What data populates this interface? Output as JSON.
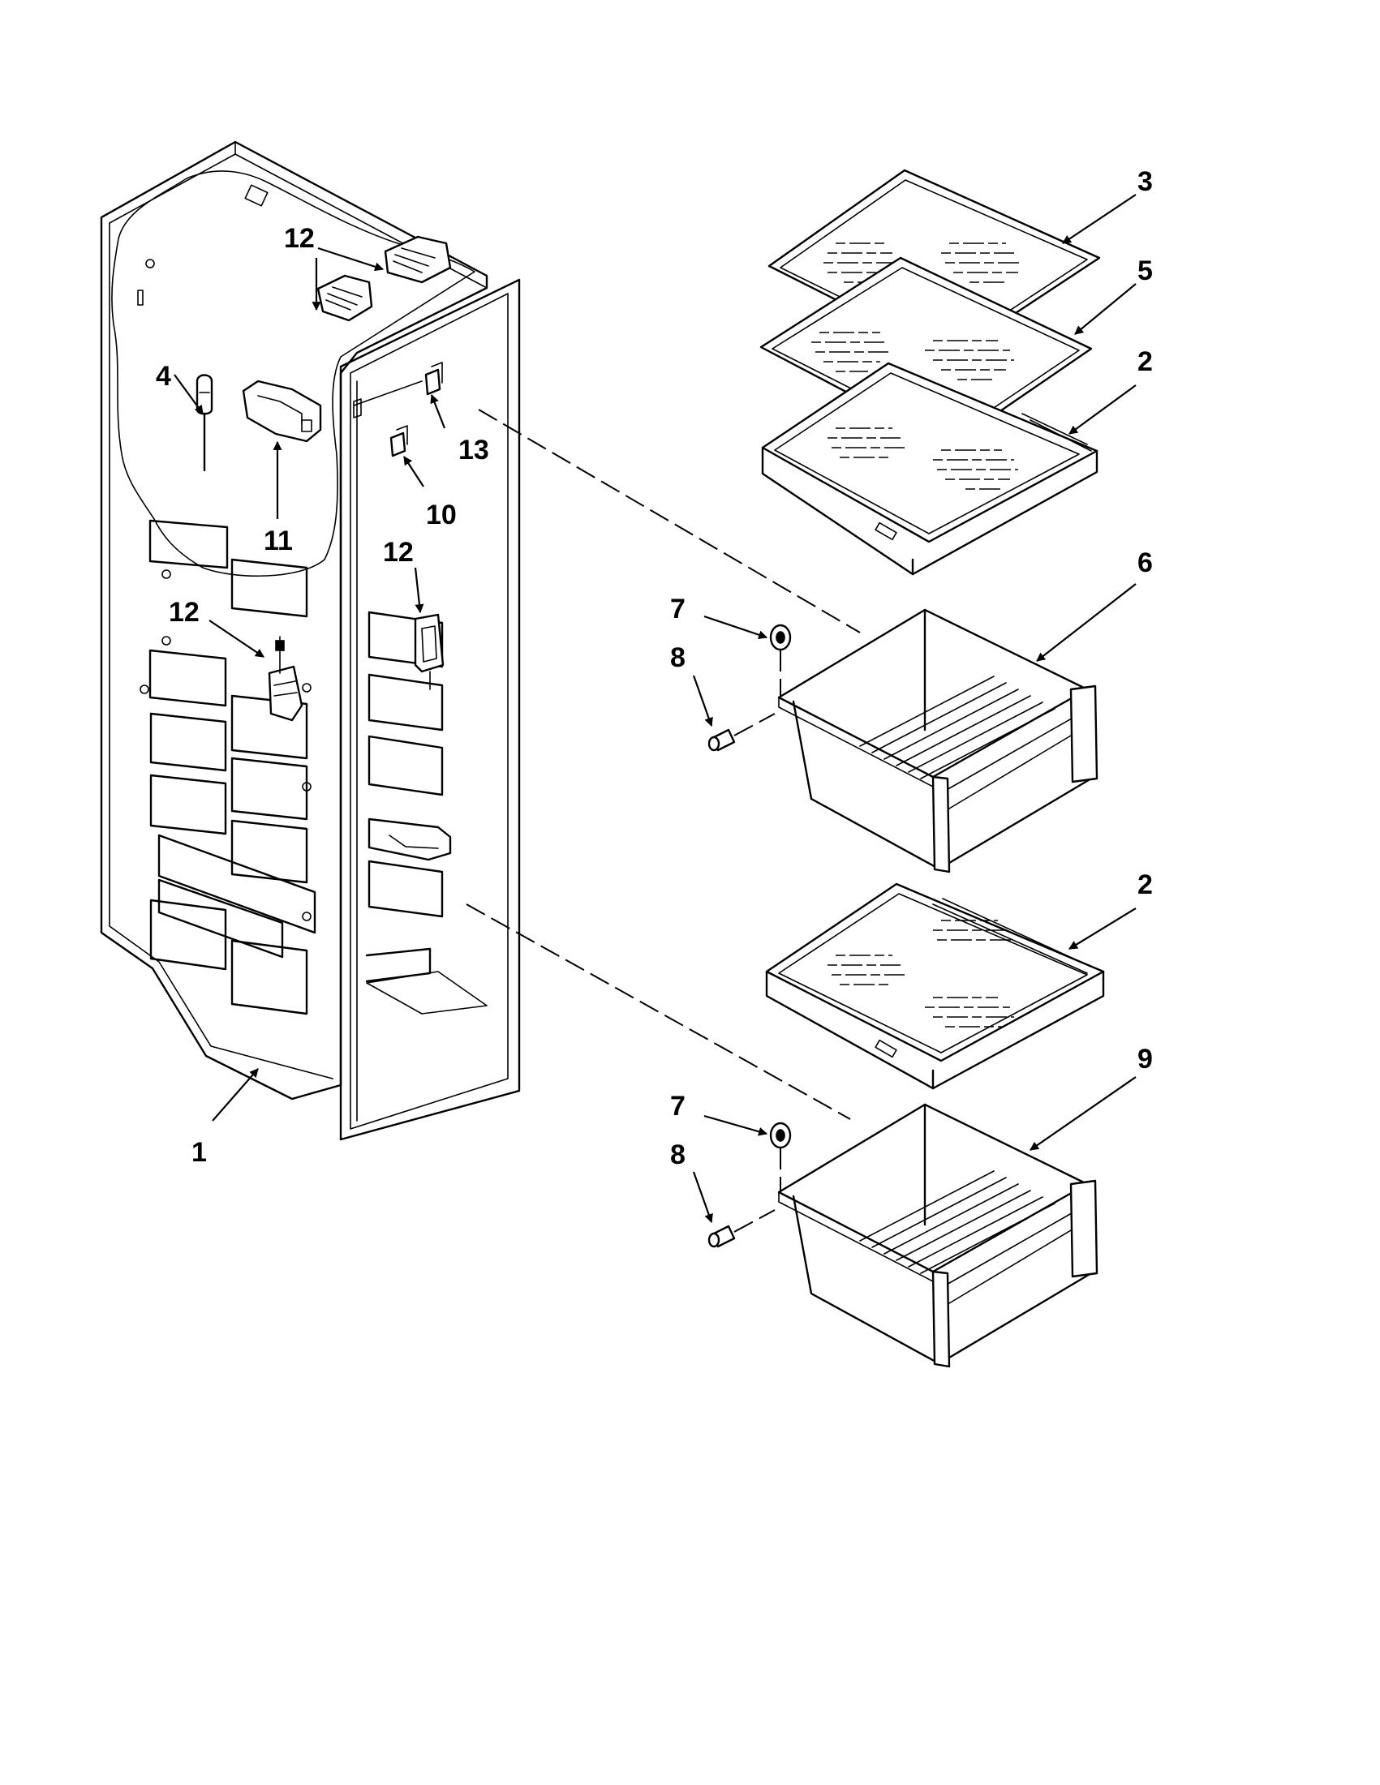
{
  "callouts": [
    {
      "id": "c3",
      "text": "3"
    },
    {
      "id": "c5",
      "text": "5"
    },
    {
      "id": "c2a",
      "text": "2"
    },
    {
      "id": "c6",
      "text": "6"
    },
    {
      "id": "c7a",
      "text": "7"
    },
    {
      "id": "c8a",
      "text": "8"
    },
    {
      "id": "c2b",
      "text": "2"
    },
    {
      "id": "c9",
      "text": "9"
    },
    {
      "id": "c7b",
      "text": "7"
    },
    {
      "id": "c8b",
      "text": "8"
    },
    {
      "id": "c12a",
      "text": "12"
    },
    {
      "id": "c4",
      "text": "4"
    },
    {
      "id": "c11",
      "text": "11"
    },
    {
      "id": "c13",
      "text": "13"
    },
    {
      "id": "c10",
      "text": "10"
    },
    {
      "id": "c12b",
      "text": "12"
    },
    {
      "id": "c12c",
      "text": "12"
    },
    {
      "id": "c1",
      "text": "1"
    }
  ]
}
